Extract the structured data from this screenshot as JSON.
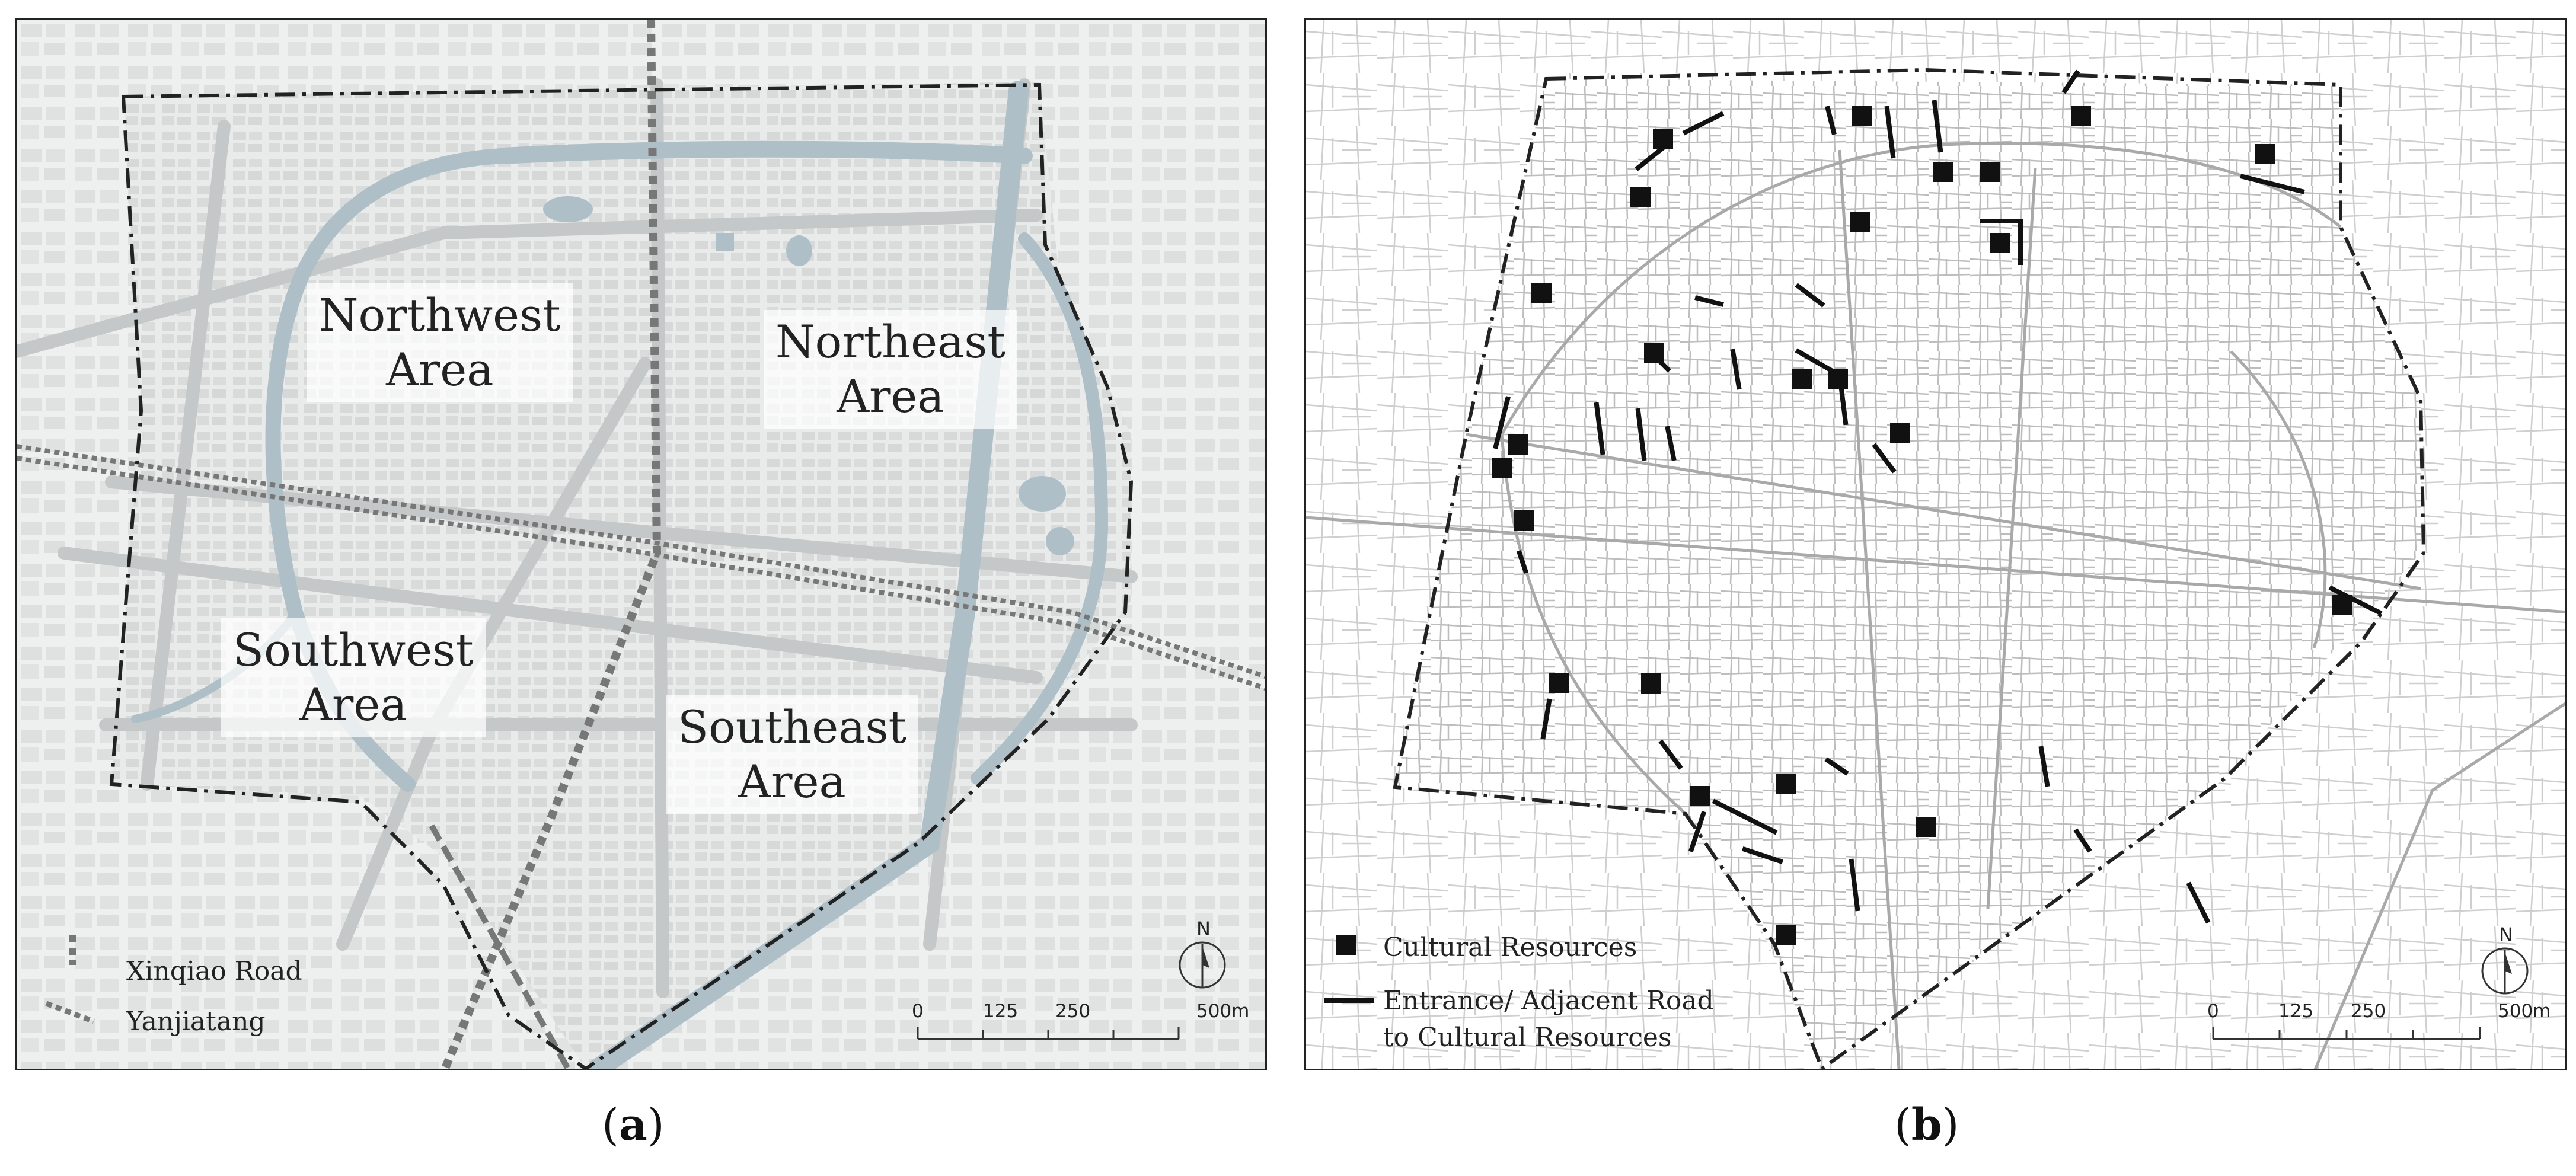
{
  "panel_a": {
    "areas": {
      "northwest": [
        "Northwest",
        "Area"
      ],
      "northeast": [
        "Northeast",
        "Area"
      ],
      "southwest": [
        "Southwest",
        "Area"
      ],
      "southeast": [
        "Southeast",
        "Area"
      ]
    },
    "legend": {
      "xinqiao": "Xinqiao Road",
      "yanjiatang": "Yanjiatang"
    },
    "north": "N",
    "scale": [
      "0",
      "125",
      "250",
      "500m"
    ],
    "caption_label": "a"
  },
  "panel_b": {
    "legend": {
      "cultural": "Cultural Resources",
      "entrance_line1": "Entrance/ Adjacent Road",
      "entrance_line2": "to Cultural Resources"
    },
    "north": "N",
    "scale": [
      "0",
      "125",
      "250",
      "500m"
    ],
    "caption_label": "b"
  },
  "colors": {
    "water": "#aebfc8",
    "road_major": "#bfc3c5",
    "block": "#dde0df",
    "boundary": "#222222",
    "road_dotted": "#777777"
  }
}
